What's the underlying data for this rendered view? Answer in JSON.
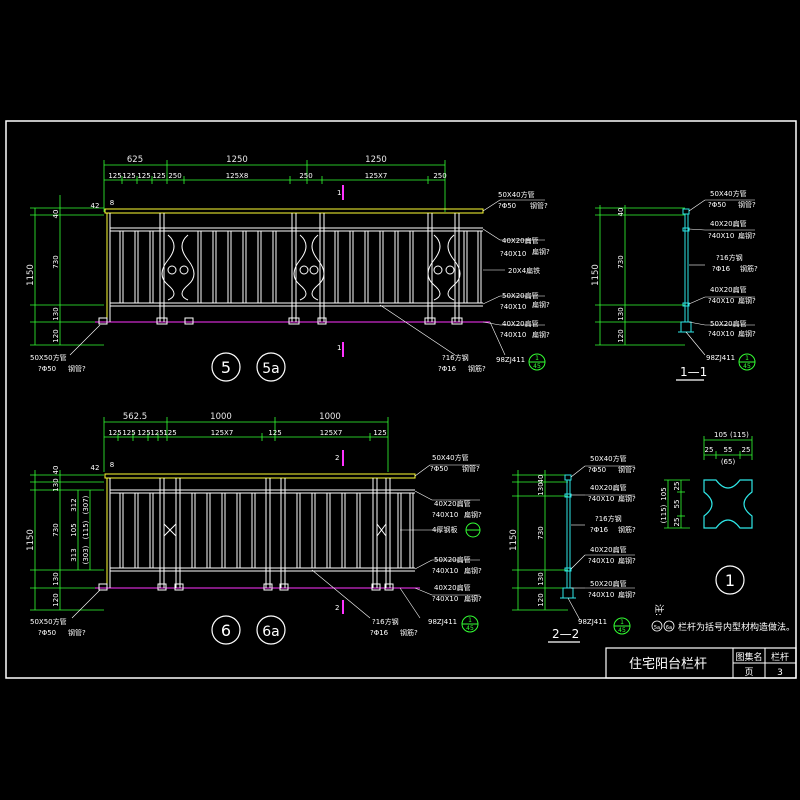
{
  "title_block": {
    "title": "住宅阳台栏杆",
    "atlas_label": "图集名",
    "atlas_name": "栏杆",
    "page_label": "页",
    "page_number": "3"
  },
  "elev_top": {
    "dims_row1": [
      "625",
      "1250",
      "1250"
    ],
    "dims_row2": [
      "125",
      "125",
      "125",
      "125",
      "250",
      "125X8",
      "250",
      "125X7",
      "250"
    ],
    "left_offsets": [
      "42",
      "8"
    ],
    "dims_vertical": [
      "40",
      "730",
      "130",
      "120"
    ],
    "total_height": "1150",
    "section_mark": "1",
    "labels_right": [
      [
        "50X40方管",
        "?Φ50",
        "钢管?"
      ],
      [
        "40X20扁管",
        "?40X10",
        "扁钢?"
      ],
      [
        "20X4扁铁"
      ],
      [
        "50X20扁管",
        "?40X10",
        "扁钢?"
      ],
      [
        "40X20扁管",
        "?40X10",
        "扁钢?"
      ]
    ],
    "label_left": [
      "50X50方管",
      "?Φ50",
      "钢管?"
    ],
    "label_bottom": [
      "?16方钢",
      "?Φ16",
      "钢筋?"
    ],
    "ref": "98ZJ411",
    "ref_bubble": [
      "1",
      "45"
    ],
    "circle_labels": [
      "5",
      "5a"
    ]
  },
  "elev_bottom": {
    "dims_row1": [
      "562.5",
      "1000",
      "1000"
    ],
    "dims_row2": [
      "125",
      "125",
      "125",
      "125",
      "125",
      "125X7",
      "125",
      "125X7",
      "125"
    ],
    "left_offsets": [
      "42",
      "8"
    ],
    "dims_vertical": [
      "40",
      "130",
      "730",
      "130",
      "120"
    ],
    "inner_dims": [
      "312",
      "105",
      "313",
      "(115)",
      "(307)",
      "(303)"
    ],
    "total_height": "1150",
    "section_mark": "2",
    "labels_right": [
      [
        "50X40方管",
        "?Φ50",
        "钢管?"
      ],
      [
        "40X20扁管",
        "?40X10",
        "扁钢?"
      ],
      [
        "4厚钢板"
      ],
      [
        "50X20扁管",
        "?40X10",
        "扁钢?"
      ],
      [
        "40X20扁管",
        "?40X10",
        "扁钢?"
      ]
    ],
    "label_left": [
      "50X50方管",
      "?Φ50",
      "钢管?"
    ],
    "label_bottom": [
      "?16方钢",
      "?Φ16",
      "钢筋?"
    ],
    "ref": "98ZJ411",
    "ref_bubble": [
      "1",
      "45"
    ],
    "circle_labels": [
      "6",
      "6a"
    ],
    "ref_circle": "1"
  },
  "section_1": {
    "name": "1—1",
    "total_height": "1150",
    "dims_vertical": [
      "40",
      "730",
      "130",
      "120"
    ],
    "labels": [
      [
        "50X40方管",
        "?Φ50",
        "钢管?"
      ],
      [
        "40X20扁管",
        "?40X10",
        "扁钢?"
      ],
      [
        "?16方钢",
        "?Φ16",
        "钢筋?"
      ],
      [
        "40X20扁管",
        "?40X10",
        "扁钢?"
      ],
      [
        "50X20扁管",
        "?40X10",
        "扁钢?"
      ]
    ],
    "ref": "98ZJ411",
    "ref_bubble": [
      "1",
      "45"
    ]
  },
  "section_2": {
    "name": "2—2",
    "total_height": "1150",
    "dims_vertical": [
      "40",
      "130",
      "730",
      "130",
      "120"
    ],
    "labels": [
      [
        "50X40方管",
        "?Φ50",
        "钢管?"
      ],
      [
        "40X20扁管",
        "?40X10",
        "扁钢?"
      ],
      [
        "?16方钢",
        "?Φ16",
        "钢筋?"
      ],
      [
        "40X20扁管",
        "?40X10",
        "扁钢?"
      ],
      [
        "50X20扁管",
        "?40X10",
        "扁钢?"
      ]
    ],
    "ref": "98ZJ411",
    "ref_bubble": [
      "1",
      "45"
    ]
  },
  "detail_1": {
    "label": "1",
    "dims_top": [
      "105",
      "(115)"
    ],
    "dims_mid": [
      "25",
      "55",
      "25"
    ],
    "dims_paren": "(65)",
    "dims_side": [
      "105",
      "(115)"
    ],
    "dims_side_parts": [
      "25",
      "55",
      "25"
    ]
  },
  "note": {
    "heading": "注:",
    "text": "栏杆为括号内型材构造做法。",
    "refs": [
      "5a",
      "6a"
    ]
  },
  "colors": {
    "background": "#000000",
    "line": "#ffffff",
    "yellow": "#ffff33",
    "green": "#33ff33",
    "magenta": "#ff33ff",
    "cyan": "#2ee6e6"
  }
}
